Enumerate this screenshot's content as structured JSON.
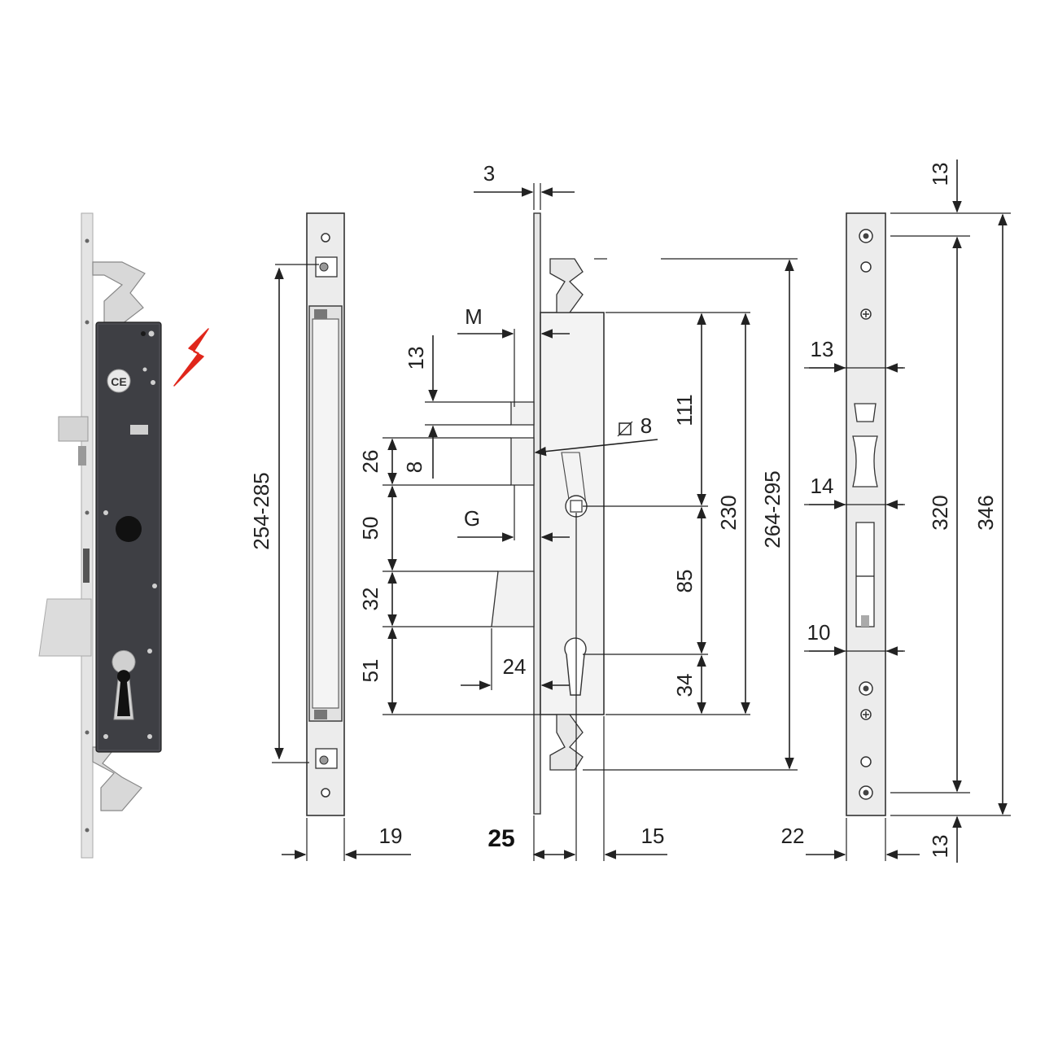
{
  "symbols": {
    "ce_mark": "CE",
    "electric_icon": "lightning-bolt-icon",
    "accent_color": "#e0261b"
  },
  "dimensions": {
    "front_height": "254-285",
    "front_width": "19",
    "faceplate_thickness": "3",
    "m_label": "M",
    "g_label": "G",
    "deadbolt_height": "13",
    "latch_offset": "8",
    "h26": "26",
    "h50": "50",
    "h32": "32",
    "h51": "51",
    "latch_depth": "24",
    "square_spindle": "8",
    "backset": "25",
    "body_depth": "15",
    "h111": "111",
    "h85": "85",
    "h34": "34",
    "body_height": "230",
    "overall_height": "264-295",
    "strike_13a": "13",
    "strike_14": "14",
    "strike_10": "10",
    "strike_width": "22",
    "strike_top": "13",
    "strike_bottom": "13",
    "strike_hole_span": "320",
    "strike_height": "346"
  }
}
